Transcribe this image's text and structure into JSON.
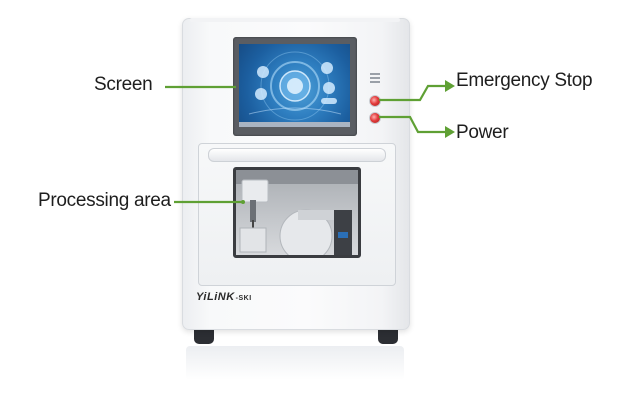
{
  "callouts": {
    "screen": "Screen",
    "emergency_stop": "Emergency Stop",
    "power": "Power",
    "processing_area": "Processing area"
  },
  "brand": {
    "name": "YiLiNK",
    "suffix": "-SKI"
  },
  "colors": {
    "callout_line": "#5fa034",
    "button_red": "#e23b3b",
    "machine_body": "#f8f9fa",
    "screen_blue": "#2f7fc1"
  },
  "icons": {
    "screen_menu": "circular-menu-hub",
    "vent": "vent-slots",
    "buttons": "round-red-button"
  }
}
